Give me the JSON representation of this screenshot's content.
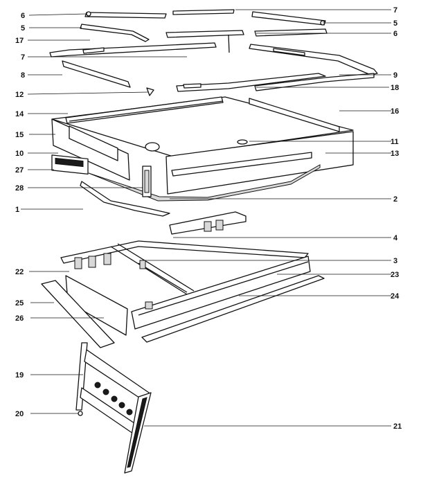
{
  "diagram": {
    "callouts": [
      {
        "id": "c6a",
        "label": "6"
      },
      {
        "id": "c7a",
        "label": "7"
      },
      {
        "id": "c5a",
        "label": "5"
      },
      {
        "id": "c5b",
        "label": "5"
      },
      {
        "id": "c6b",
        "label": "6"
      },
      {
        "id": "c17",
        "label": "17"
      },
      {
        "id": "c7b",
        "label": "7"
      },
      {
        "id": "c8",
        "label": "8"
      },
      {
        "id": "c9",
        "label": "9"
      },
      {
        "id": "c12",
        "label": "12"
      },
      {
        "id": "c18",
        "label": "18"
      },
      {
        "id": "c14",
        "label": "14"
      },
      {
        "id": "c16",
        "label": "16"
      },
      {
        "id": "c15",
        "label": "15"
      },
      {
        "id": "c11",
        "label": "11"
      },
      {
        "id": "c10",
        "label": "10"
      },
      {
        "id": "c13",
        "label": "13"
      },
      {
        "id": "c27",
        "label": "27"
      },
      {
        "id": "c28",
        "label": "28"
      },
      {
        "id": "c2",
        "label": "2"
      },
      {
        "id": "c1",
        "label": "1"
      },
      {
        "id": "c4",
        "label": "4"
      },
      {
        "id": "c22",
        "label": "22"
      },
      {
        "id": "c3",
        "label": "3"
      },
      {
        "id": "c23",
        "label": "23"
      },
      {
        "id": "c25",
        "label": "25"
      },
      {
        "id": "c24",
        "label": "24"
      },
      {
        "id": "c26",
        "label": "26"
      },
      {
        "id": "c19",
        "label": "19"
      },
      {
        "id": "c20",
        "label": "20"
      },
      {
        "id": "c21",
        "label": "21"
      }
    ]
  }
}
